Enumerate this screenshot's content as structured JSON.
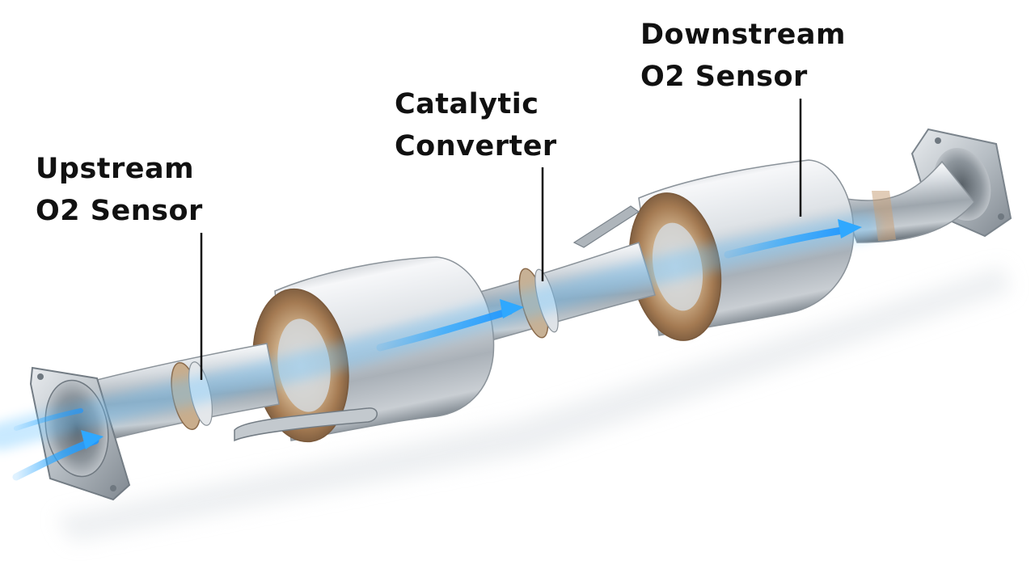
{
  "labels": {
    "upstream": {
      "line1": "Upstream",
      "line2": "O2 Sensor"
    },
    "catalytic": {
      "line1": "Catalytic",
      "line2": "Converter"
    },
    "downstream": {
      "line1": "Downstream",
      "line2": "O2 Sensor"
    }
  },
  "colors": {
    "background": "#ffffff",
    "text": "#111111",
    "leader_line": "#111111",
    "flow_arrow": "#2fa8ff",
    "steel_light": "#f2f4f6",
    "steel_mid": "#b9c0c7",
    "steel_dark": "#6f7880",
    "heat_tint": "#b8875a"
  },
  "icons": {
    "flow": "blue-arrow-icon"
  }
}
